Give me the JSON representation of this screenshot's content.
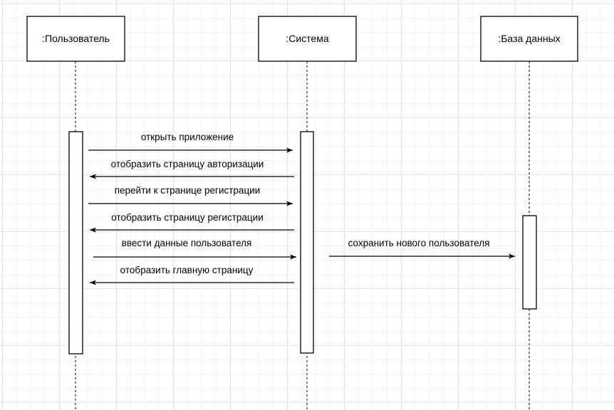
{
  "lifelines": [
    {
      "id": "user",
      "label": ":Пользователь"
    },
    {
      "id": "system",
      "label": ":Система"
    },
    {
      "id": "db",
      "label": ":База данных"
    }
  ],
  "messages": [
    {
      "from": "user",
      "to": "system",
      "label": "открыть приложение"
    },
    {
      "from": "system",
      "to": "user",
      "label": "отобразить страницу авторизации"
    },
    {
      "from": "user",
      "to": "system",
      "label": "перейти к странице регистрации"
    },
    {
      "from": "system",
      "to": "user",
      "label": "отобразить страницу регистрации"
    },
    {
      "from": "user",
      "to": "system",
      "label": "ввести данные пользователя"
    },
    {
      "from": "system",
      "to": "db",
      "label": "сохранить нового пользователя"
    },
    {
      "from": "system",
      "to": "user",
      "label": "отобразить главную страницу"
    }
  ]
}
